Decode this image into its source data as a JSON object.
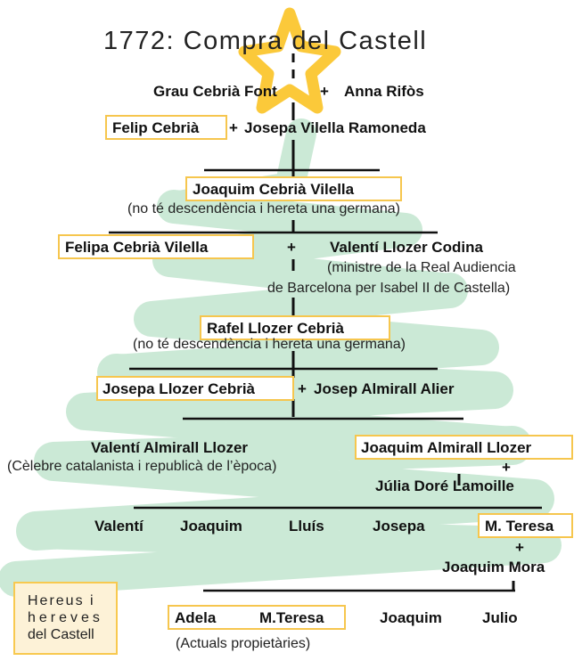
{
  "title": "1772: Compra del Castell",
  "gen1": {
    "husband": "Grau Cebrià Font",
    "plus": "+",
    "wife": "Anna Rifòs"
  },
  "gen2": {
    "husband": "Felip Cebrià",
    "plus": "+",
    "wife": "Josepa Vilella Ramoneda"
  },
  "gen3": {
    "name": "Joaquim Cebrià Vilella",
    "note": "(no té descendència i hereta una germana)"
  },
  "gen4": {
    "wife": "Felipa Cebrià Vilella",
    "plus": "+",
    "husband": "Valentí Llozer Codina",
    "note_line1": "(ministre de la Real Audiencia",
    "note_line2": "de Barcelona per Isabel II de Castella)"
  },
  "gen5": {
    "name": "Rafel Llozer Cebrià",
    "note": "(no té descendència i hereta una germana)"
  },
  "gen6": {
    "wife": "Josepa Llozer Cebrià",
    "plus": "+",
    "husband": "Josep Almirall Alier"
  },
  "gen7": {
    "left_name": "Valentí Almirall Llozer",
    "left_note": "(Cèlebre catalanista i republicà de l’època)",
    "right_name": "Joaquim Almirall Llozer",
    "plus": "+",
    "right_spouse": "Júlia Doré Lamoille"
  },
  "gen8": {
    "children": [
      "Valentí",
      "Joaquim",
      "Lluís",
      "Josepa",
      "M. Teresa"
    ],
    "plus": "+",
    "spouse": "Joaquim Mora"
  },
  "gen9": {
    "children": [
      "Adela",
      "M.Teresa",
      "Joaquim",
      "Julio"
    ],
    "note": "(Actuals propietàries)"
  },
  "legend": {
    "line1": "Hereus i",
    "line2": "hereves",
    "line3": "del Castell"
  },
  "colors": {
    "box_border": "#f6c64e",
    "star": "#fbc93a",
    "swirl": "#cbe9d6",
    "legend_bg": "#fdf2d7",
    "lines": "#111111"
  }
}
